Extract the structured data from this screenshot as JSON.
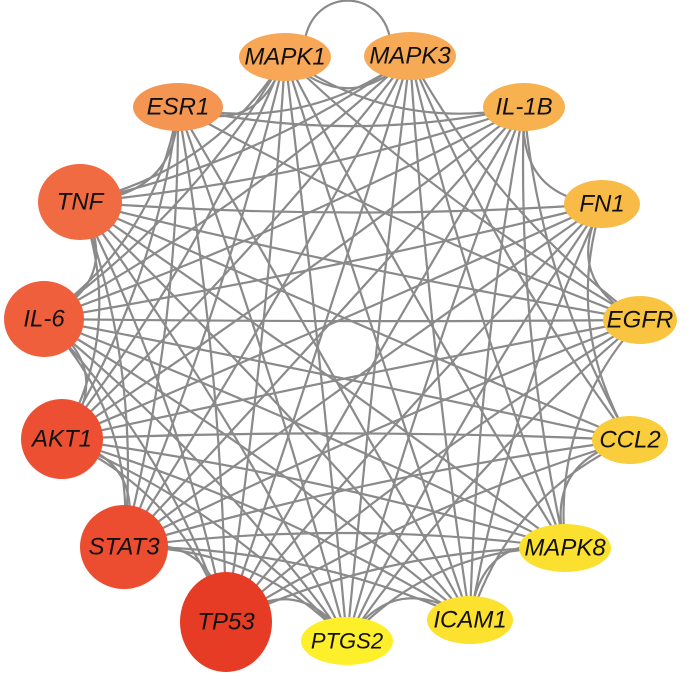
{
  "network": {
    "nodes": [
      {
        "id": "TP53",
        "label": "TP53",
        "color": "#e63b25"
      },
      {
        "id": "STAT3",
        "label": "STAT3",
        "color": "#ec4c2f"
      },
      {
        "id": "AKT1",
        "label": "AKT1",
        "color": "#ec4f31"
      },
      {
        "id": "IL-6",
        "label": "IL-6",
        "color": "#ef5f3c"
      },
      {
        "id": "TNF",
        "label": "TNF",
        "color": "#f06a42"
      },
      {
        "id": "ESR1",
        "label": "ESR1",
        "color": "#f49552"
      },
      {
        "id": "MAPK1",
        "label": "MAPK1",
        "color": "#f7a756"
      },
      {
        "id": "MAPK3",
        "label": "MAPK3",
        "color": "#f7aa55"
      },
      {
        "id": "IL-1B",
        "label": "IL-1B",
        "color": "#f7b24f"
      },
      {
        "id": "FN1",
        "label": "FN1",
        "color": "#f8bb47"
      },
      {
        "id": "EGFR",
        "label": "EGFR",
        "color": "#f9c540"
      },
      {
        "id": "CCL2",
        "label": "CCL2",
        "color": "#f9cd3b"
      },
      {
        "id": "MAPK8",
        "label": "MAPK8",
        "color": "#fbe02f"
      },
      {
        "id": "ICAM1",
        "label": "ICAM1",
        "color": "#fce12e"
      },
      {
        "id": "PTGS2",
        "label": "PTGS2",
        "color": "#fdef29"
      }
    ],
    "edges": [
      [
        "TP53",
        "STAT3"
      ],
      [
        "TP53",
        "AKT1"
      ],
      [
        "TP53",
        "IL-6"
      ],
      [
        "TP53",
        "TNF"
      ],
      [
        "TP53",
        "ESR1"
      ],
      [
        "TP53",
        "MAPK1"
      ],
      [
        "TP53",
        "MAPK3"
      ],
      [
        "TP53",
        "IL-1B"
      ],
      [
        "TP53",
        "FN1"
      ],
      [
        "TP53",
        "EGFR"
      ],
      [
        "TP53",
        "CCL2"
      ],
      [
        "TP53",
        "MAPK8"
      ],
      [
        "TP53",
        "PTGS2"
      ],
      [
        "STAT3",
        "AKT1"
      ],
      [
        "STAT3",
        "IL-6"
      ],
      [
        "STAT3",
        "TNF"
      ],
      [
        "STAT3",
        "ESR1"
      ],
      [
        "STAT3",
        "MAPK1"
      ],
      [
        "STAT3",
        "MAPK3"
      ],
      [
        "STAT3",
        "IL-1B"
      ],
      [
        "STAT3",
        "FN1"
      ],
      [
        "STAT3",
        "EGFR"
      ],
      [
        "STAT3",
        "MAPK8"
      ],
      [
        "STAT3",
        "ICAM1"
      ],
      [
        "STAT3",
        "PTGS2"
      ],
      [
        "STAT3",
        "CCL2"
      ],
      [
        "AKT1",
        "IL-6"
      ],
      [
        "AKT1",
        "TNF"
      ],
      [
        "AKT1",
        "ESR1"
      ],
      [
        "AKT1",
        "MAPK1"
      ],
      [
        "AKT1",
        "MAPK3"
      ],
      [
        "AKT1",
        "IL-1B"
      ],
      [
        "AKT1",
        "FN1"
      ],
      [
        "AKT1",
        "EGFR"
      ],
      [
        "AKT1",
        "CCL2"
      ],
      [
        "AKT1",
        "MAPK8"
      ],
      [
        "AKT1",
        "ICAM1"
      ],
      [
        "AKT1",
        "PTGS2"
      ],
      [
        "IL-6",
        "TNF"
      ],
      [
        "IL-6",
        "ESR1"
      ],
      [
        "IL-6",
        "MAPK1"
      ],
      [
        "IL-6",
        "MAPK3"
      ],
      [
        "IL-6",
        "IL-1B"
      ],
      [
        "IL-6",
        "FN1"
      ],
      [
        "IL-6",
        "EGFR"
      ],
      [
        "IL-6",
        "CCL2"
      ],
      [
        "IL-6",
        "MAPK8"
      ],
      [
        "IL-6",
        "ICAM1"
      ],
      [
        "IL-6",
        "PTGS2"
      ],
      [
        "TNF",
        "ESR1"
      ],
      [
        "TNF",
        "MAPK1"
      ],
      [
        "TNF",
        "MAPK3"
      ],
      [
        "TNF",
        "IL-1B"
      ],
      [
        "TNF",
        "FN1"
      ],
      [
        "TNF",
        "EGFR"
      ],
      [
        "TNF",
        "CCL2"
      ],
      [
        "TNF",
        "MAPK8"
      ],
      [
        "TNF",
        "ICAM1"
      ],
      [
        "TNF",
        "PTGS2"
      ],
      [
        "ESR1",
        "MAPK1"
      ],
      [
        "ESR1",
        "MAPK3"
      ],
      [
        "ESR1",
        "IL-1B"
      ],
      [
        "ESR1",
        "EGFR"
      ],
      [
        "ESR1",
        "PTGS2"
      ],
      [
        "ESR1",
        "ICAM1"
      ],
      [
        "MAPK1",
        "MAPK3"
      ],
      [
        "MAPK1",
        "IL-1B"
      ],
      [
        "MAPK1",
        "EGFR"
      ],
      [
        "MAPK1",
        "MAPK8"
      ],
      [
        "MAPK1",
        "PTGS2"
      ],
      [
        "MAPK1",
        "ICAM1"
      ],
      [
        "MAPK3",
        "EGFR"
      ],
      [
        "MAPK3",
        "MAPK8"
      ],
      [
        "MAPK3",
        "PTGS2"
      ],
      [
        "MAPK3",
        "ICAM1"
      ],
      [
        "MAPK3",
        "CCL2"
      ],
      [
        "IL-1B",
        "FN1"
      ],
      [
        "IL-1B",
        "CCL2"
      ],
      [
        "IL-1B",
        "ICAM1"
      ],
      [
        "IL-1B",
        "PTGS2"
      ],
      [
        "IL-1B",
        "MAPK8"
      ],
      [
        "FN1",
        "EGFR"
      ],
      [
        "FN1",
        "ICAM1"
      ],
      [
        "FN1",
        "CCL2"
      ],
      [
        "FN1",
        "PTGS2"
      ],
      [
        "EGFR",
        "MAPK8"
      ],
      [
        "EGFR",
        "PTGS2"
      ],
      [
        "CCL2",
        "ICAM1"
      ],
      [
        "CCL2",
        "MAPK8"
      ],
      [
        "MAPK8",
        "ICAM1"
      ],
      [
        "MAPK8",
        "PTGS2"
      ],
      [
        "ICAM1",
        "PTGS2"
      ]
    ]
  }
}
